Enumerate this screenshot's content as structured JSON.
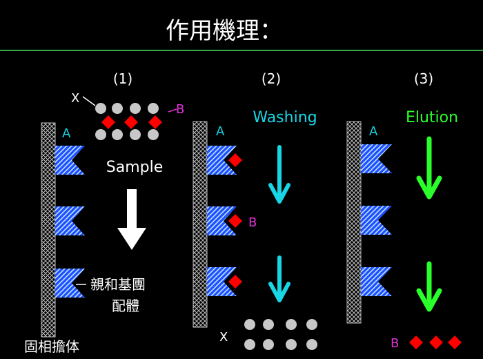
{
  "title": "作用機理：",
  "colors": {
    "background": "#000000",
    "divider": "#2fa84a",
    "text": "#ffffff",
    "label_a": "#19d6e6",
    "label_b": "#e030d8",
    "target_b": "#ff0000",
    "impurity_x": "#c8c8c8",
    "ligand_fill": "#1f4fff",
    "ligand_hatch": "#bfe6ff",
    "washing": "#19d6e6",
    "elution": "#2bff2b",
    "sample_arrow": "#ffffff"
  },
  "panels": [
    {
      "number": "(1)",
      "label_a": "A",
      "label_x": "X",
      "label_b": "B",
      "step_label": "Sample",
      "ligand_label": "親和基團",
      "ligand_label_2": "配體",
      "support_label": "固相擔体"
    },
    {
      "number": "(2)",
      "label_a": "A",
      "label_b": "B",
      "label_x": "X",
      "step_label": "Washing"
    },
    {
      "number": "(3)",
      "label_a": "A",
      "label_b": "B",
      "step_label": "Elution"
    }
  ]
}
